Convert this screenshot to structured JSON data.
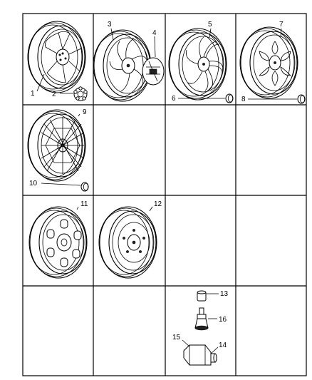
{
  "callouts": {
    "c1": "1",
    "c2": "2",
    "c3": "3",
    "c4": "4",
    "c5": "5",
    "c6": "6",
    "c7": "7",
    "c8": "8",
    "c9": "9",
    "c10": "10",
    "c11": "11",
    "c12": "12",
    "c13": "13",
    "c14": "14",
    "c15": "15",
    "c16": "16"
  },
  "parts": {
    "p1": "wheel-aluminum-star-spoke-icon",
    "p2": "center-cap-lug-nut-icon",
    "p3": "wheel-aluminum-twisted-spoke-icon",
    "p4": "center-cap-icon",
    "p5": "wheel-aluminum-swirl-spoke-icon",
    "p6": "center-cap-small-icon",
    "p7": "wheel-aluminum-petal-icon",
    "p8": "center-cap-small-icon",
    "p9": "wheel-aluminum-lattice-icon",
    "p10": "center-cap-small-icon",
    "p11": "wheel-steel-slotted-icon",
    "p12": "wheel-steel-plain-icon",
    "p13": "valve-cap-icon",
    "p14": "lug-nut-icon",
    "p16": "valve-stem-icon"
  }
}
